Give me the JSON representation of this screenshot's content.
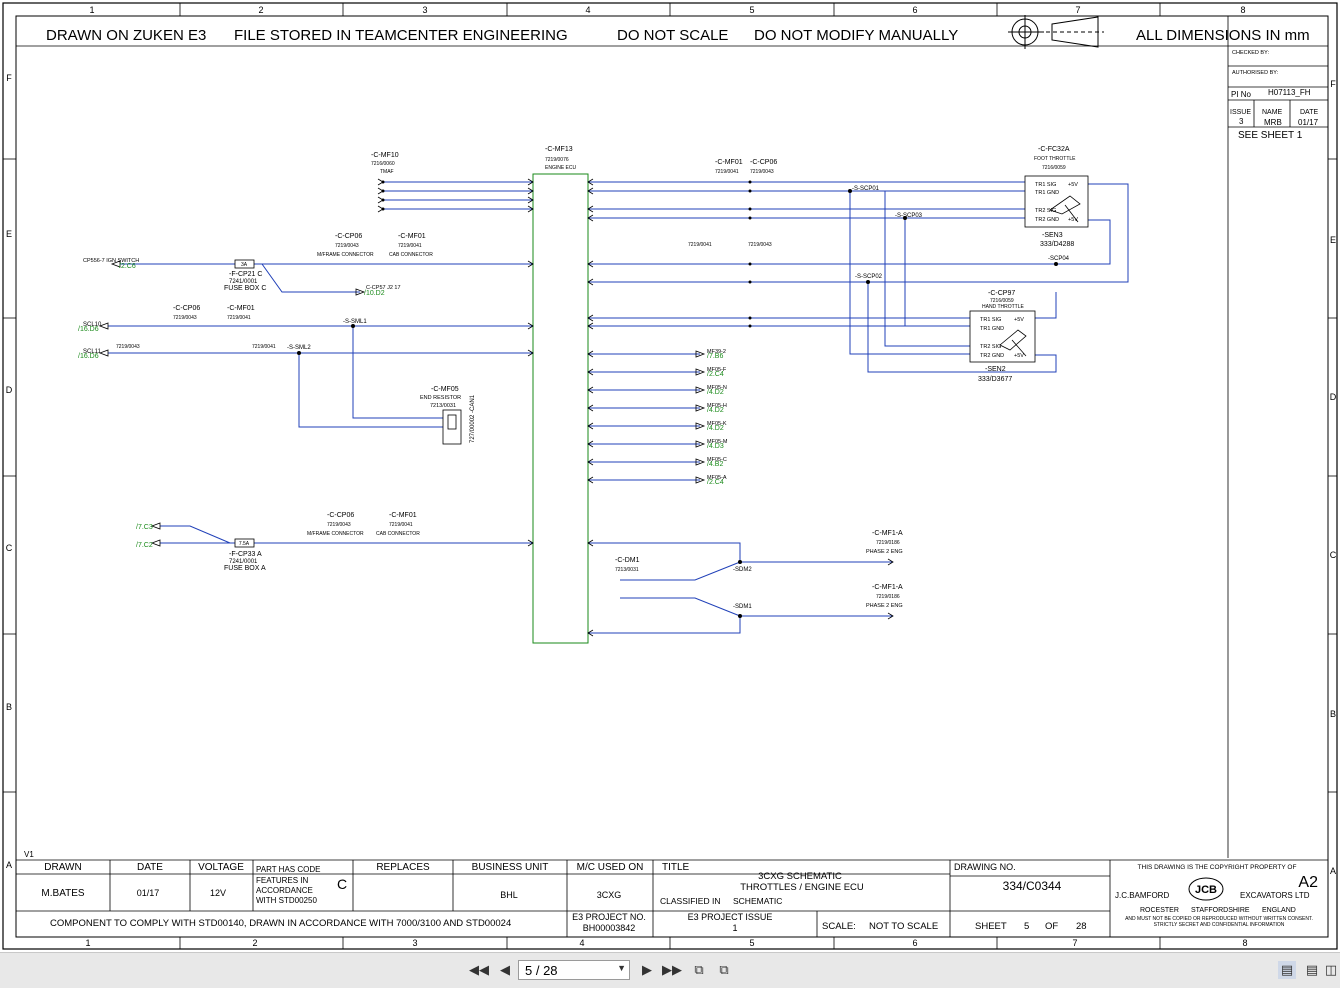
{
  "header": {
    "items": [
      "DRAWN ON ZUKEN E3",
      "FILE STORED IN TEAMCENTER ENGINEERING",
      "DO NOT SCALE",
      "DO NOT MODIFY MANUALLY",
      "ALL DIMENSIONS IN mm"
    ]
  },
  "grid": {
    "columns": [
      "1",
      "2",
      "3",
      "4",
      "5",
      "6",
      "7",
      "8"
    ],
    "rows": [
      "F",
      "E",
      "D",
      "C",
      "B",
      "A"
    ]
  },
  "side_panel": {
    "checked_by": "CHECKED BY:",
    "authorised_by": "AUTHORISED BY:",
    "pi_no_label": "PI No",
    "pi_no": "H07113_FH",
    "issue_label": "ISSUE",
    "name_label": "NAME",
    "date_label": "DATE",
    "issue": "3",
    "name": "MRB",
    "date": "01/17",
    "see_sheet": "SEE SHEET 1"
  },
  "schematic": {
    "mf10": {
      "ref": "-C-MF10",
      "part": "7216/0060",
      "desc": "TMAF"
    },
    "mf13": {
      "ref": "-C-MF13",
      "part": "7219/0076",
      "desc": "ENGINE ECU"
    },
    "mf01_top": {
      "ref": "-C-MF01",
      "part": "7219/0041"
    },
    "cp06_top": {
      "ref": "-C-CP06",
      "part": "7219/0043"
    },
    "fc32a": {
      "ref": "-C-FC32A",
      "desc": "FOOT THROTTLE",
      "part": "7216/0059",
      "sen": "-SEN3",
      "sen_part": "333/D4288"
    },
    "cp97": {
      "ref": "-C-CP97",
      "part": "7216/0059",
      "desc": "HAND THROTTLE",
      "sen": "-SEN2",
      "sen_part": "333/D3677"
    },
    "sensor_pins": [
      "TR1 SIG",
      "TR1 GND",
      "TR2 SIG",
      "TR2 GND",
      "+5V"
    ],
    "cp06_mid": {
      "ref": "-C-CP06",
      "part": "7219/0043",
      "desc": "M/FRAME CONNECTOR"
    },
    "mf01_mid": {
      "ref": "-C-MF01",
      "part": "7219/0041",
      "desc": "CAB CONNECTOR"
    },
    "ign_switch": "CP556-7 IGN SWITCH",
    "ign_ref": "/2.C6",
    "cp21": {
      "ref": "-F-CP21 C",
      "part": "7241/0001",
      "desc": "FUSE BOX C",
      "rating": "3A"
    },
    "cp57": "C-CP57 J2 17",
    "cp57_ref": "/10.D2",
    "cp06_left": {
      "ref": "-C-CP06",
      "part": "7219/0043"
    },
    "mf01_left": {
      "ref": "-C-MF01",
      "part": "7219/0041"
    },
    "scl10": "SCL10",
    "scl10_ref": "/16.D6",
    "scl11": "SCL11",
    "scl11_ref": "/16.D6",
    "sml1": "-S-SML1",
    "sml2": "-S-SML2",
    "mf05": {
      "ref": "-C-MF05",
      "desc": "END RESISTOR",
      "part": "7213/0031",
      "side_label": "727/00002 -CAN1"
    },
    "scp01": "-S-SCP01",
    "scp02": "-S-SCP02",
    "scp03": "-S-SCP03",
    "scp04": "-SCP04",
    "mid_parts": [
      "7219/0041",
      "7219/0043"
    ],
    "outputs": [
      {
        "label": "MF39-2",
        "ref": "/7.B6"
      },
      {
        "label": "MF05-F",
        "ref": "/2.C4"
      },
      {
        "label": "MF05-N",
        "ref": "/4.D2"
      },
      {
        "label": "MF05-H",
        "ref": "/4.D2"
      },
      {
        "label": "MF05-K",
        "ref": "/4.D2"
      },
      {
        "label": "MF05-M",
        "ref": "/4.D3"
      },
      {
        "label": "MF05-C",
        "ref": "/4.B2"
      },
      {
        "label": "MF05-A",
        "ref": "/2.C4"
      }
    ],
    "c3": "/7.C3",
    "c2": "/7.C2",
    "cp33": {
      "ref": "-F-CP33 A",
      "part": "7241/0001",
      "desc": "FUSE BOX A",
      "rating": "7.5A"
    },
    "cp06_bot": {
      "ref": "-C-CP06",
      "part": "7219/0043",
      "desc": "M/FRAME CONNECTOR"
    },
    "mf01_bot": {
      "ref": "-C-MF01",
      "part": "7219/0041",
      "desc": "CAB CONNECTOR"
    },
    "dm1": {
      "ref": "-C-DM1",
      "part": "7213/0031"
    },
    "sdm2": "-SDM2",
    "sdm1": "-SDM1",
    "mf1a_top": {
      "ref": "-C-MF1-A",
      "part": "7219/0186",
      "desc": "PHASE 2 ENG"
    },
    "mf1a_bot": {
      "ref": "-C-MF1-A",
      "part": "7219/0186",
      "desc": "PHASE 2 ENG"
    }
  },
  "title_block": {
    "version": "V1",
    "drawn_label": "DRAWN",
    "drawn": "M.BATES",
    "date_label": "DATE",
    "date": "01/17",
    "voltage_label": "VOLTAGE",
    "voltage": "12V",
    "code_lines": [
      "PART HAS CODE",
      "FEATURES IN",
      "ACCORDANCE",
      "WITH STD00250"
    ],
    "code_letter": "C",
    "replaces_label": "REPLACES",
    "business_unit_label": "BUSINESS UNIT",
    "business_unit": "BHL",
    "mc_label": "M/C USED ON",
    "mc": "3CXG",
    "title_label": "TITLE",
    "title_lines": [
      "3CXG SCHEMATIC",
      "THROTTLES / ENGINE ECU"
    ],
    "classified_label": "CLASSIFIED IN",
    "classified": "SCHEMATIC",
    "drawing_no_label": "DRAWING NO.",
    "drawing_no": "334/C0344",
    "copyright_line": "THIS DRAWING IS THE COPYRIGHT PROPERTY OF",
    "size": "A2",
    "company_left": "J.C.BAMFORD",
    "company_right": "EXCAVATORS LTD",
    "logo": "JCB",
    "address": [
      "ROCESTER",
      "STAFFORDSHIRE",
      "ENGLAND"
    ],
    "legal": [
      "AND MUST NOT BE COPIED OR REPRODUCED WITHOUT WRITTEN CONSENT.",
      "STRICTLY SECRET AND CONFIDENTIAL INFORMATION"
    ],
    "comply": "COMPONENT TO COMPLY WITH STD00140, DRAWN IN ACCORDANCE WITH 7000/3100 AND STD00024",
    "project_no_label": "E3 PROJECT NO.",
    "project_no": "BH00003842",
    "project_issue_label": "E3 PROJECT ISSUE",
    "project_issue": "1",
    "scale_label": "SCALE:",
    "scale": "NOT TO SCALE",
    "sheet_label": "SHEET",
    "sheet": "5",
    "of_label": "OF",
    "sheets": "28"
  },
  "viewer": {
    "page_display": "5 / 28",
    "icons": [
      "first-page-icon",
      "prev-page-icon",
      "next-page-icon",
      "last-page-icon",
      "page-layout-icon-1",
      "page-layout-icon-2",
      "single-page-icon",
      "continuous-page-icon",
      "two-page-icon"
    ]
  }
}
